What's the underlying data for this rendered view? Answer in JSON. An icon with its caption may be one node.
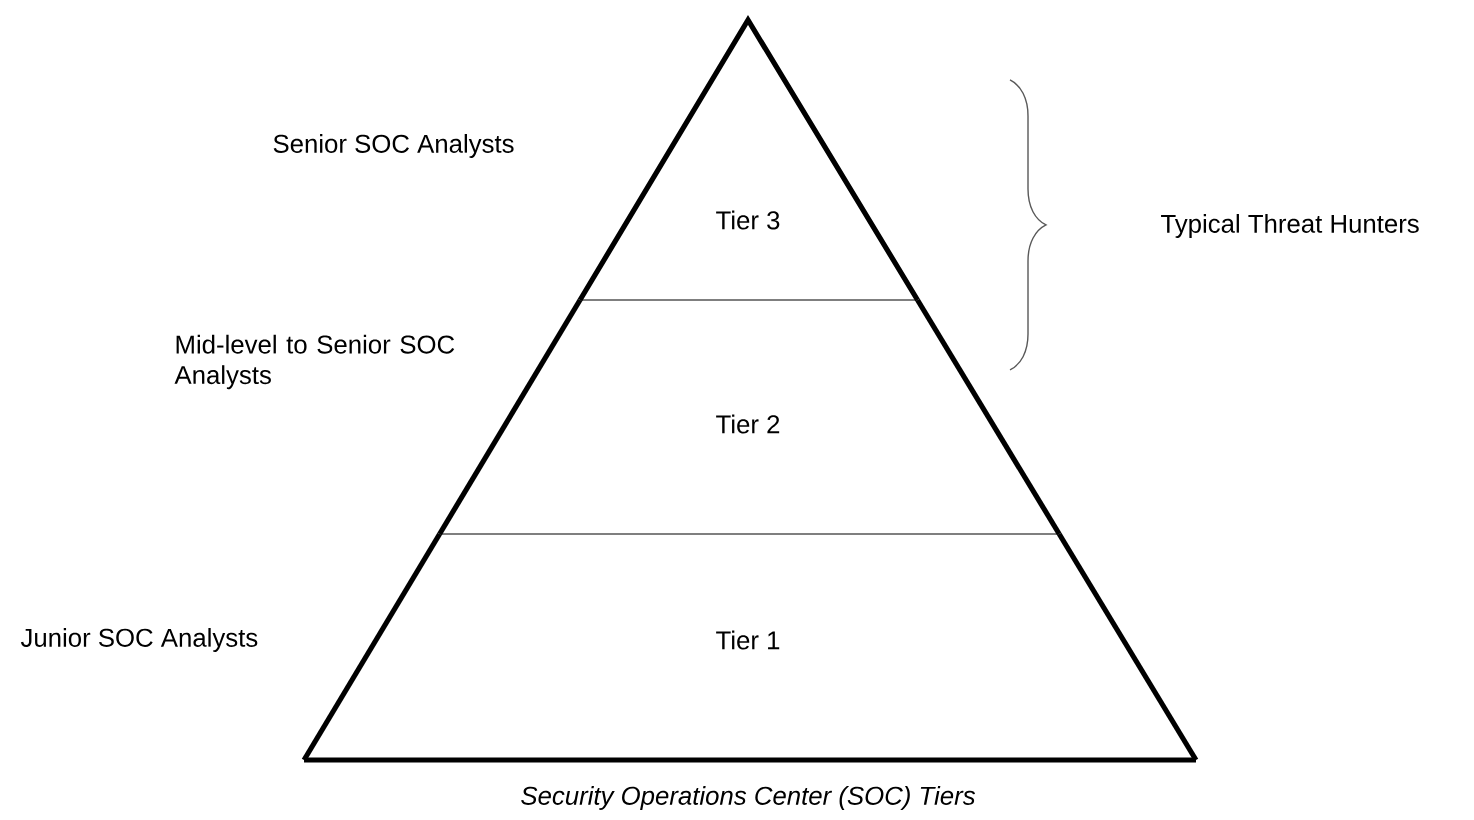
{
  "diagram": {
    "caption": "Security Operations Center (SOC) Tiers",
    "nodes": [
      {
        "text": [
          "Tier 3"
        ],
        "beside": [
          "Senior SOC Analysts"
        ]
      },
      {
        "text": [
          "Tier 2"
        ],
        "beside": [
          "Mid-level to Senior SOC Analysts"
        ]
      },
      {
        "text": [
          "Tier 1"
        ],
        "beside": [
          "Junior SOC Analysts"
        ]
      }
    ],
    "labels": [
      "Typical Threat Hunters"
    ]
  }
}
